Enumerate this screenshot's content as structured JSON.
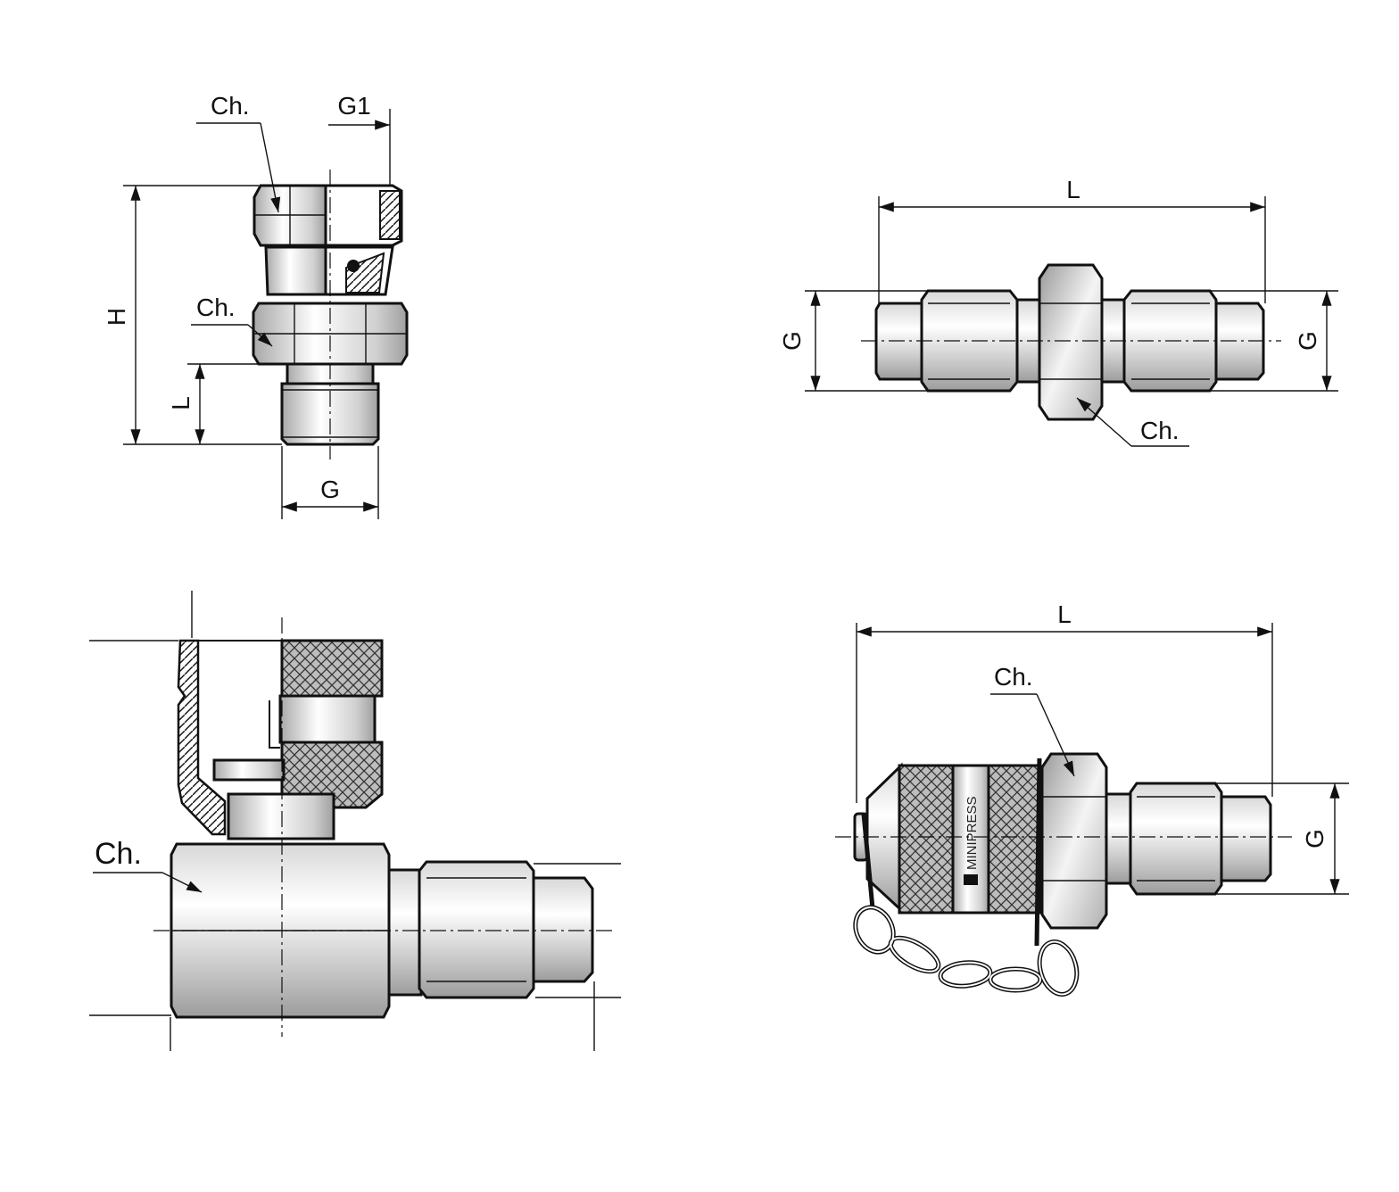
{
  "figures": [
    {
      "id": "swivel-fitting",
      "labels": {
        "chamfer_top": "Ch.",
        "chamfer_mid": "Ch.",
        "thread_top": "G1",
        "height": "H",
        "length": "L",
        "thread_bottom": "G"
      }
    },
    {
      "id": "bulkhead-coupling",
      "labels": {
        "length": "L",
        "thread_left": "G",
        "thread_right": "G",
        "chamfer": "Ch."
      }
    },
    {
      "id": "angled-coupling",
      "labels": {
        "chamfer": "Ch."
      }
    },
    {
      "id": "test-coupling-with-cap",
      "labels": {
        "length": "L",
        "chamfer": "Ch.",
        "thread": "G",
        "brand": "MINIPRESS"
      }
    }
  ],
  "colors": {
    "line": "#111111",
    "metal_light": "#f2f2f2",
    "metal_dark": "#9a9a9a",
    "knurl": "#555555"
  }
}
